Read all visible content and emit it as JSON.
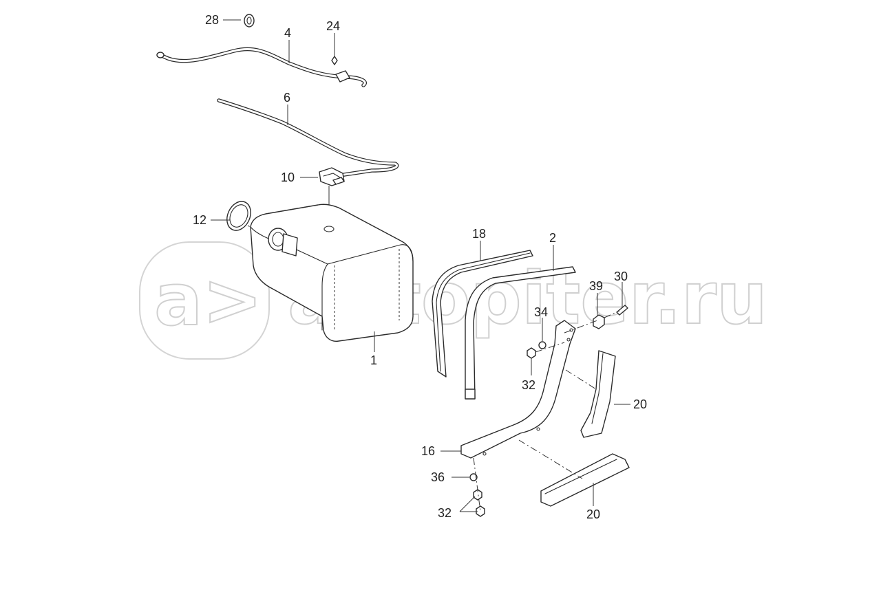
{
  "watermark": {
    "logo_glyph": "a>",
    "site_text": "autopiter.ru",
    "color": "#d0d0d0"
  },
  "callouts": [
    {
      "id": "c28",
      "text": "28"
    },
    {
      "id": "c4",
      "text": "4"
    },
    {
      "id": "c24",
      "text": "24"
    },
    {
      "id": "c6",
      "text": "6"
    },
    {
      "id": "c10",
      "text": "10"
    },
    {
      "id": "c12",
      "text": "12"
    },
    {
      "id": "c1",
      "text": "1"
    },
    {
      "id": "c18",
      "text": "18"
    },
    {
      "id": "c2",
      "text": "2"
    },
    {
      "id": "c30",
      "text": "30"
    },
    {
      "id": "c39",
      "text": "39"
    },
    {
      "id": "c34",
      "text": "34"
    },
    {
      "id": "c32a",
      "text": "32"
    },
    {
      "id": "c20a",
      "text": "20"
    },
    {
      "id": "c16",
      "text": "16"
    },
    {
      "id": "c36",
      "text": "36"
    },
    {
      "id": "c32b",
      "text": "32"
    },
    {
      "id": "c20b",
      "text": "20"
    }
  ]
}
